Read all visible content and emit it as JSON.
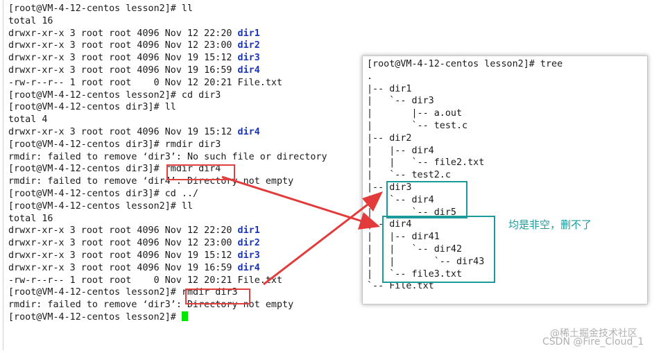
{
  "terminal": {
    "lines": [
      [
        {
          "t": "[root@VM-4-12-centos lesson2]# ll"
        }
      ],
      [
        {
          "t": "total 16"
        }
      ],
      [
        {
          "t": "drwxr-xr-x 3 root root 4096 Nov 12 22:20 "
        },
        {
          "t": "dir1",
          "c": "dir"
        }
      ],
      [
        {
          "t": "drwxr-xr-x 3 root root 4096 Nov 12 23:00 "
        },
        {
          "t": "dir2",
          "c": "dir"
        }
      ],
      [
        {
          "t": "drwxr-xr-x 3 root root 4096 Nov 19 15:12 "
        },
        {
          "t": "dir3",
          "c": "dir"
        }
      ],
      [
        {
          "t": "drwxr-xr-x 3 root root 4096 Nov 19 16:59 "
        },
        {
          "t": "dir4",
          "c": "dir"
        }
      ],
      [
        {
          "t": "-rw-r--r-- 1 root root    0 Nov 12 20:21 File.txt"
        }
      ],
      [
        {
          "t": "[root@VM-4-12-centos lesson2]# cd dir3"
        }
      ],
      [
        {
          "t": "[root@VM-4-12-centos dir3]# ll"
        }
      ],
      [
        {
          "t": "total 4"
        }
      ],
      [
        {
          "t": "drwxr-xr-x 3 root root 4096 Nov 19 15:12 "
        },
        {
          "t": "dir4",
          "c": "dir"
        }
      ],
      [
        {
          "t": "[root@VM-4-12-centos dir3]# rmdir dir3"
        }
      ],
      [
        {
          "t": "rmdir: failed to remove ‘dir3’: No such file or directory"
        }
      ],
      [
        {
          "t": "[root@VM-4-12-centos dir3]# rmdir dir4"
        }
      ],
      [
        {
          "t": "rmdir: failed to remove ‘dir4’: Directory not empty"
        }
      ],
      [
        {
          "t": "[root@VM-4-12-centos dir3]# cd ../"
        }
      ],
      [
        {
          "t": "[root@VM-4-12-centos lesson2]# ll"
        }
      ],
      [
        {
          "t": "total 16"
        }
      ],
      [
        {
          "t": "drwxr-xr-x 3 root root 4096 Nov 12 22:20 "
        },
        {
          "t": "dir1",
          "c": "dir"
        }
      ],
      [
        {
          "t": "drwxr-xr-x 3 root root 4096 Nov 12 23:00 "
        },
        {
          "t": "dir2",
          "c": "dir"
        }
      ],
      [
        {
          "t": "drwxr-xr-x 3 root root 4096 Nov 19 15:12 "
        },
        {
          "t": "dir3",
          "c": "dir"
        }
      ],
      [
        {
          "t": "drwxr-xr-x 3 root root 4096 Nov 19 16:59 "
        },
        {
          "t": "dir4",
          "c": "dir"
        }
      ],
      [
        {
          "t": "-rw-r--r-- 1 root root    0 Nov 12 20:21 File.txt"
        }
      ],
      [
        {
          "t": "[root@VM-4-12-centos lesson2]# rmdir dir3"
        }
      ],
      [
        {
          "t": "rmdir: failed to remove ‘dir3’: Directory not empty"
        }
      ],
      [
        {
          "t": "[root@VM-4-12-centos lesson2]# "
        },
        {
          "t": "",
          "c": "cursor"
        }
      ]
    ]
  },
  "tree_panel": {
    "lines": [
      "[root@VM-4-12-centos lesson2]# tree",
      ".",
      "|-- dir1",
      "|   `-- dir3",
      "|       |-- a.out",
      "|       `-- test.c",
      "|-- dir2",
      "|   |-- dir4",
      "|   |   `-- file2.txt",
      "|   `-- test2.c",
      "|-- dir3",
      "|   `-- dir4",
      "|       `-- dir5",
      "|-- dir4",
      "|   |-- dir41",
      "|   |   `-- dir42",
      "|   |       `-- dir43",
      "|   `-- file3.txt",
      "`-- File.txt"
    ]
  },
  "annotation": {
    "note": "均是非空，删不了"
  },
  "watermark": {
    "line1": "@稀土掘金技术社区",
    "line2": "CSDN @Fire_Cloud_1"
  },
  "colors": {
    "directory": "#1a34b8",
    "cursor": "#00e600",
    "highlight_red": "#e04040",
    "highlight_teal": "#1a9a9a"
  }
}
